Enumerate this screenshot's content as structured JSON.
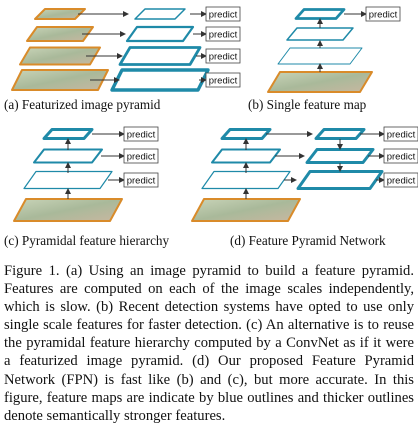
{
  "colors": {
    "feature_outline": "#1f8aa8",
    "image_outline": "#d98b2a",
    "image_fill": "#b7c7a2",
    "arrow": "#333333",
    "box_border": "#444444"
  },
  "icons": {
    "feature_map": "parallelogram-blue-outline",
    "image_level": "parallelogram-orange-photo",
    "predict": "rectangle-label-box"
  },
  "predict_label": "predict",
  "panels": [
    {
      "id": "a",
      "caption": "(a) Featurized image pyramid"
    },
    {
      "id": "b",
      "caption": "(b) Single feature map"
    },
    {
      "id": "c",
      "caption": "(c) Pyramidal feature hierarchy"
    },
    {
      "id": "d",
      "caption": "(d) Feature Pyramid Network"
    }
  ],
  "caption": "Figure 1. (a) Using an image pyramid to build a feature pyramid. Features are computed on each of the image scales independently, which is slow. (b) Recent detection systems have opted to use only single scale features for faster detection. (c) An alternative is to reuse the pyramidal feature hierarchy computed by a ConvNet as if it were a featurized image pyramid. (d) Our proposed Feature Pyramid Network (FPN) is fast like (b) and (c), but more accurate. In this figure, feature maps are indicate by blue outlines and thicker outlines denote semantically stronger features."
}
